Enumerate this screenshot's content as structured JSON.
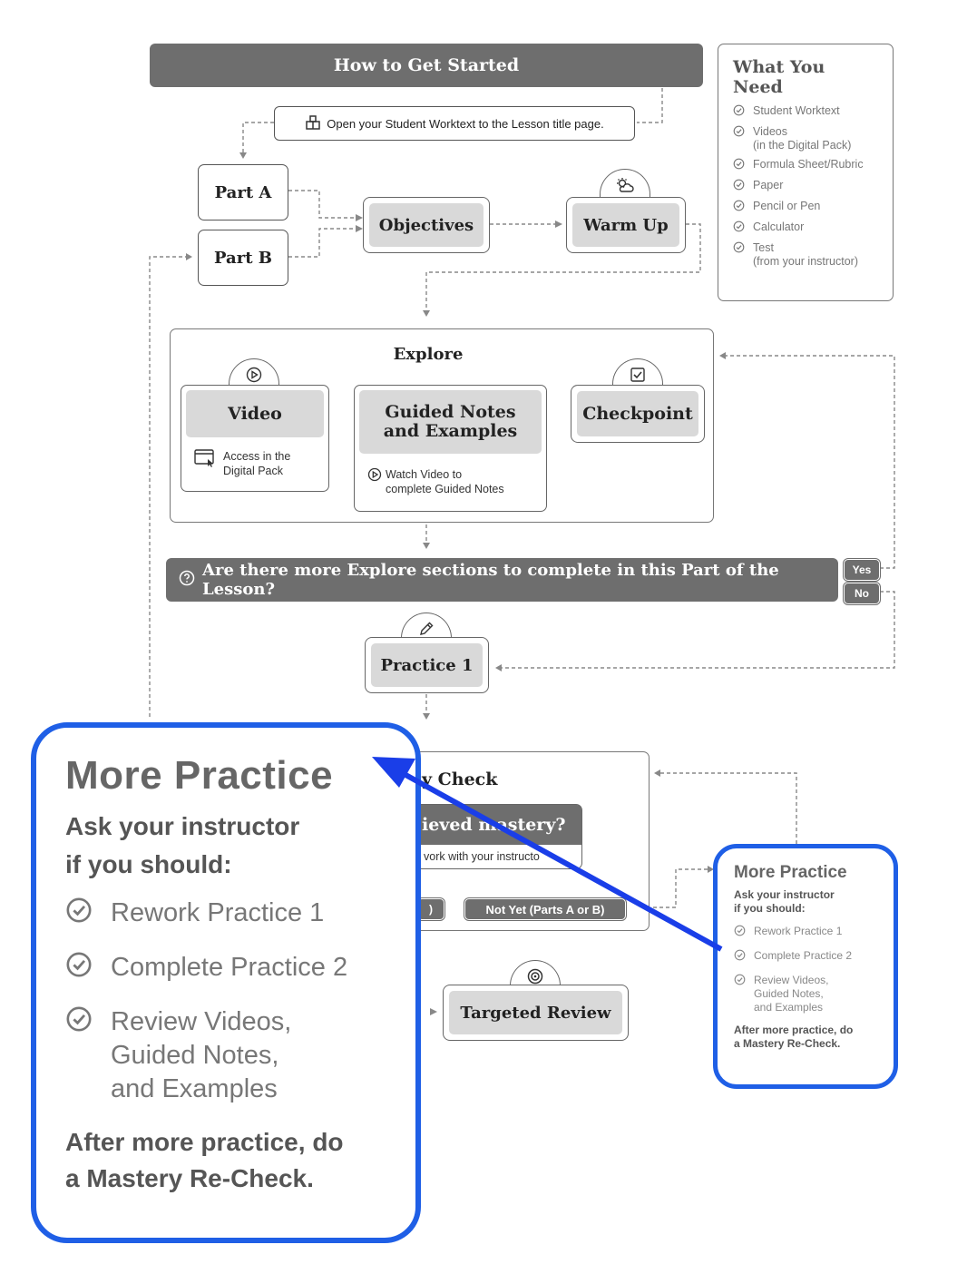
{
  "header": {
    "title": "How to Get Started"
  },
  "start_note": {
    "text": "Open your Student Worktext to the Lesson title page."
  },
  "parts": {
    "a": "Part A",
    "b": "Part B"
  },
  "steps": {
    "objectives": "Objectives",
    "warm_up": "Warm Up"
  },
  "what_you_need": {
    "title": "What You Need",
    "items": [
      {
        "label": "Student Worktext",
        "sub": ""
      },
      {
        "label": "Videos",
        "sub": "(in the Digital Pack)"
      },
      {
        "label": "Formula Sheet/Rubric",
        "sub": ""
      },
      {
        "label": "Paper",
        "sub": ""
      },
      {
        "label": "Pencil or Pen",
        "sub": ""
      },
      {
        "label": "Calculator",
        "sub": ""
      },
      {
        "label": "Test",
        "sub": "(from your instructor)"
      }
    ]
  },
  "explore": {
    "title": "Explore",
    "video": "Video",
    "video_note_1": "Access in the",
    "video_note_2": "Digital Pack",
    "guided_1": "Guided Notes",
    "guided_2": "and Examples",
    "guided_note_1": "Watch Video to",
    "guided_note_2": "complete Guided Notes",
    "checkpoint": "Checkpoint"
  },
  "question": {
    "text": "Are there more Explore sections to complete in this Part of the Lesson?",
    "yes": "Yes",
    "no": "No"
  },
  "practice1": "Practice 1",
  "mastery": {
    "title_partial": "y Check",
    "question_partial": "ieved mastery?",
    "note_partial": "vork with your instructo",
    "option_left_partial": ")",
    "option_not_yet": "Not Yet (Parts A or B)"
  },
  "targeted_review": "Targeted Review",
  "more_practice": {
    "title": "More Practice",
    "subtitle_1": "Ask your instructor",
    "subtitle_2": "if you should:",
    "items": [
      [
        "Rework Practice 1"
      ],
      [
        "Complete Practice 2"
      ],
      [
        "Review Videos,",
        "Guided Notes,",
        "and Examples"
      ]
    ],
    "footer_1": "After more practice, do",
    "footer_2": "a Mastery Re-Check.",
    "footer_small_1": "After more practice, do",
    "footer_small_2": "a Mastery Re-Check."
  },
  "colors": {
    "highlight": "#1f5fe6",
    "bar": "#6e6e6e",
    "box_fill": "#d9d9d9"
  }
}
